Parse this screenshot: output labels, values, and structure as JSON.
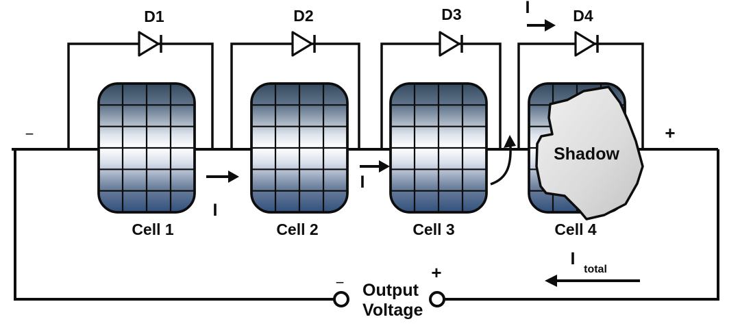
{
  "diagram": {
    "kind": "solar-cells-with-bypass-diodes",
    "diodes": [
      {
        "label": "D1"
      },
      {
        "label": "D2"
      },
      {
        "label": "D3"
      },
      {
        "label": "D4"
      }
    ],
    "cells": [
      {
        "label": "Cell 1"
      },
      {
        "label": "Cell 2"
      },
      {
        "label": "Cell 3"
      },
      {
        "label": "Cell 4"
      }
    ],
    "currents": {
      "i_between_cell1_cell2": "I",
      "i_between_cell2_cell3": "I",
      "i_into_d4_branch": "I",
      "i_total_symbol": "I",
      "i_total_subscript": "total"
    },
    "shadow": {
      "label": "Shadow"
    },
    "bus": {
      "negative_sign": "−",
      "positive_sign": "+"
    },
    "output": {
      "label_line1": "Output",
      "label_line2": "Voltage",
      "negative_sign": "−",
      "positive_sign": "+"
    },
    "colors": {
      "wire": "#0d0d0d",
      "cell_gradient_top": "#35495e",
      "cell_gradient_middle": "#ffffff",
      "cell_gradient_bottom": "#31507c",
      "shadow_fill": "#d9d9d9",
      "background": "#ffffff"
    }
  }
}
